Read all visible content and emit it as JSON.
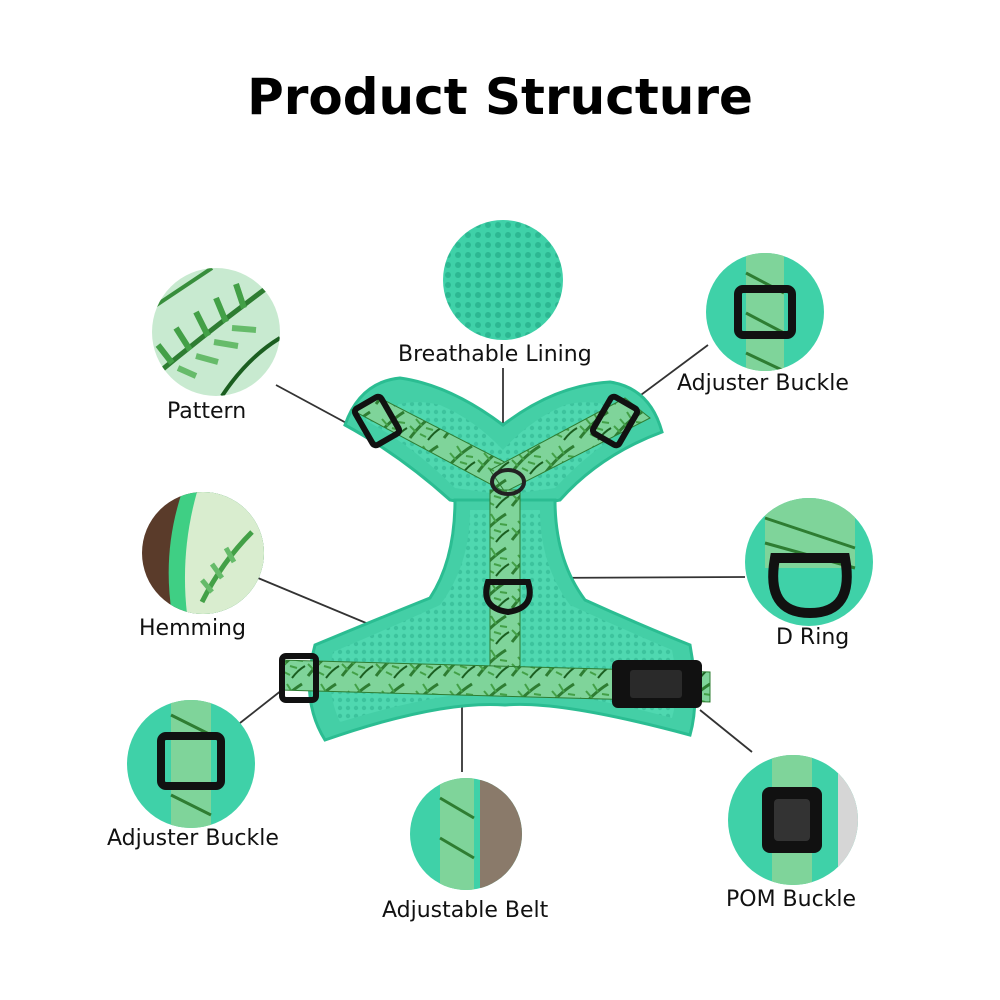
{
  "title": "Product Structure",
  "labels": {
    "breathable_lining": "Breathable Lining",
    "pattern": "Pattern",
    "adjuster_buckle_top": "Adjuster Buckle",
    "hemming": "Hemming",
    "d_ring": "D Ring",
    "adjuster_buckle_bottom": "Adjuster Buckle",
    "adjustable_belt": "Adjustable Belt",
    "pom_buckle": "POM Buckle"
  },
  "colors": {
    "mint": "#3fd1a8",
    "mint_light": "#5ee0bb",
    "mint_dark": "#22b58c",
    "leaf": "#4caf3a",
    "leaf_dark": "#2e7d32",
    "buckle": "#111111",
    "line": "#333333"
  }
}
